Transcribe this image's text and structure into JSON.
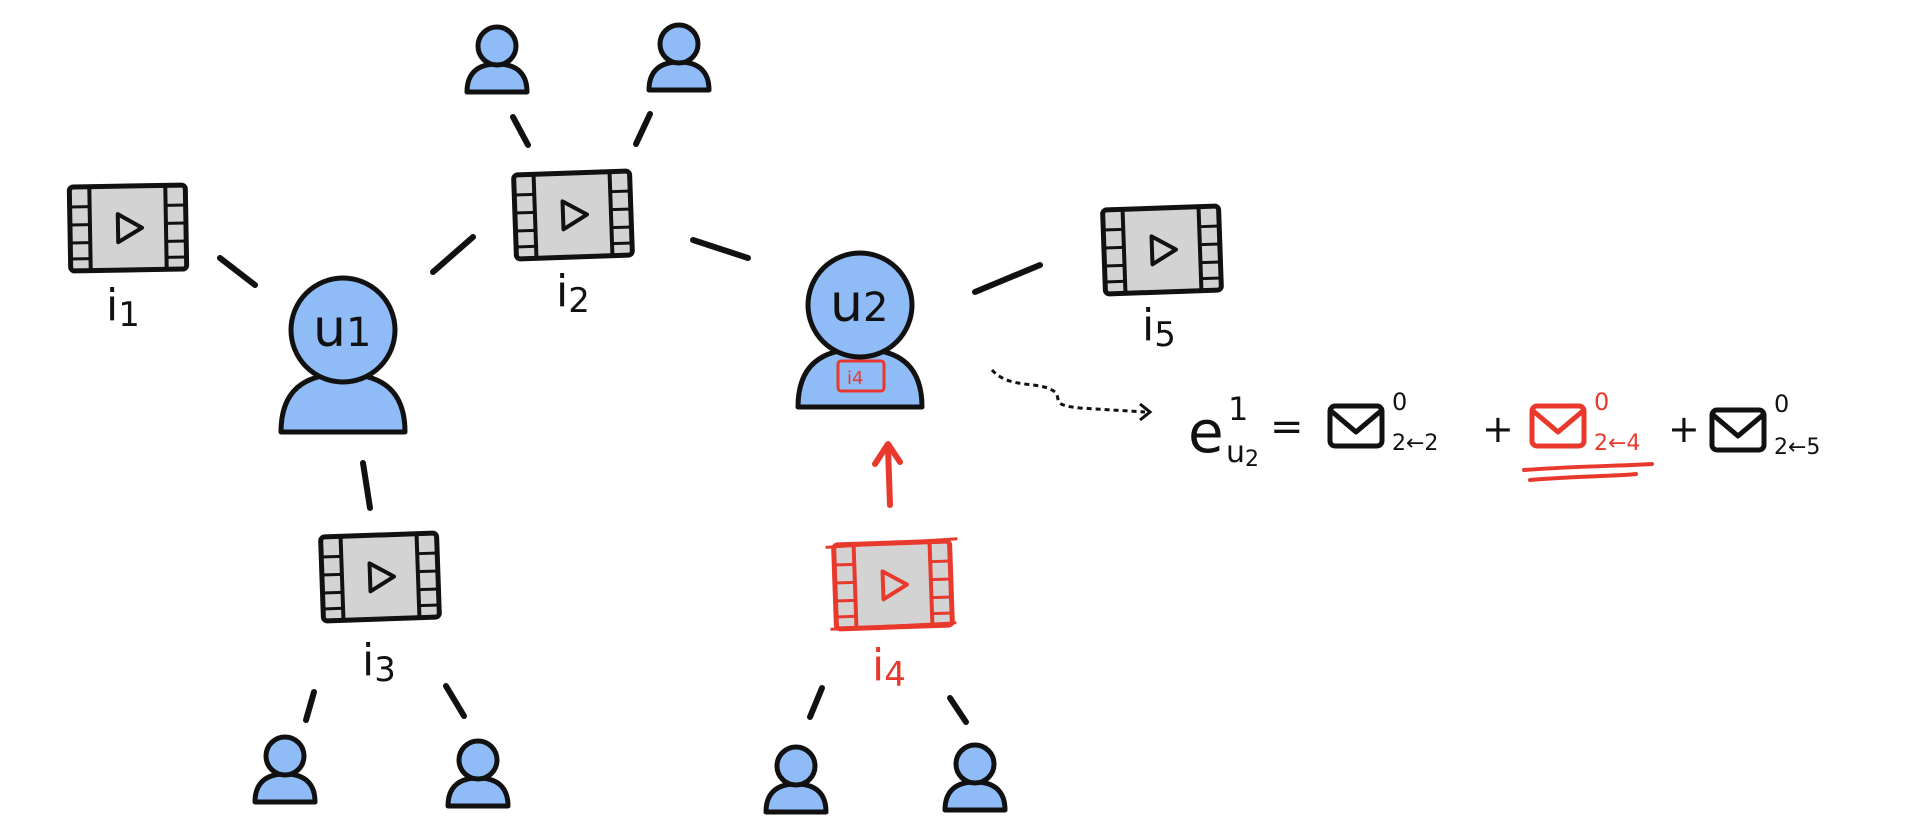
{
  "colors": {
    "ink": "#111111",
    "user_fill": "#8fbcf7",
    "item_fill": "#d3d3d3",
    "highlight": "#e8392c"
  },
  "users": {
    "u1": {
      "label": "u",
      "sub": "1"
    },
    "u2": {
      "label": "u",
      "sub": "2",
      "badge": "i4"
    }
  },
  "items": {
    "i1": {
      "label": "i",
      "sub": "1"
    },
    "i2": {
      "label": "i",
      "sub": "2"
    },
    "i3": {
      "label": "i",
      "sub": "3"
    },
    "i4": {
      "label": "i",
      "sub": "4"
    },
    "i5": {
      "label": "i",
      "sub": "5"
    }
  },
  "equation": {
    "lhs": "e",
    "lhs_sup": "1",
    "lhs_sub": "u",
    "lhs_sub_sub": "2",
    "equals": "=",
    "plus": "+",
    "terms": [
      {
        "sup": "0",
        "sub": "2←2",
        "highlight": false
      },
      {
        "sup": "0",
        "sub": "2←4",
        "highlight": true
      },
      {
        "sup": "0",
        "sub": "2←5",
        "highlight": false
      }
    ]
  },
  "icons": {
    "user": "person-icon",
    "item": "video-film-icon",
    "message": "envelope-icon"
  }
}
